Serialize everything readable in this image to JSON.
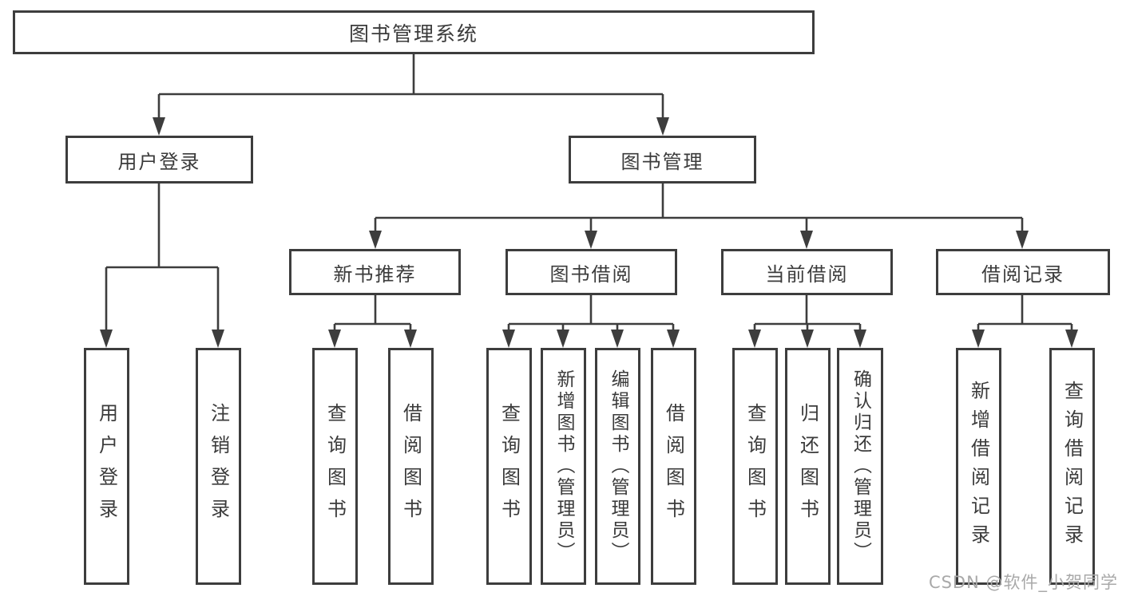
{
  "diagram": {
    "type": "hierarchy-tree",
    "title": "图书管理系统",
    "tree": {
      "label": "图书管理系统",
      "children": [
        {
          "label": "用户登录",
          "children": [
            {
              "label": "用户登录"
            },
            {
              "label": "注销登录"
            }
          ]
        },
        {
          "label": "图书管理",
          "children": [
            {
              "label": "新书推荐",
              "children": [
                {
                  "label": "查询图书"
                },
                {
                  "label": "借阅图书"
                }
              ]
            },
            {
              "label": "图书借阅",
              "children": [
                {
                  "label": "查询图书"
                },
                {
                  "label": "新增图书（管理员）"
                },
                {
                  "label": "编辑图书（管理员）"
                },
                {
                  "label": "借阅图书"
                }
              ]
            },
            {
              "label": "当前借阅",
              "children": [
                {
                  "label": "查询图书"
                },
                {
                  "label": "归还图书"
                },
                {
                  "label": "确认归还（管理员）"
                }
              ]
            },
            {
              "label": "借阅记录",
              "children": [
                {
                  "label": "新增借阅记录"
                },
                {
                  "label": "查询借阅记录"
                }
              ]
            }
          ]
        }
      ]
    }
  },
  "watermark": {
    "text": "CSDN @软件_小贺同学"
  },
  "colors": {
    "background": "#ffffff",
    "line": "#3d3d3d",
    "box_border": "#3d3d3d",
    "text": "#3b3b3b",
    "watermark": "#a9a9a9"
  }
}
